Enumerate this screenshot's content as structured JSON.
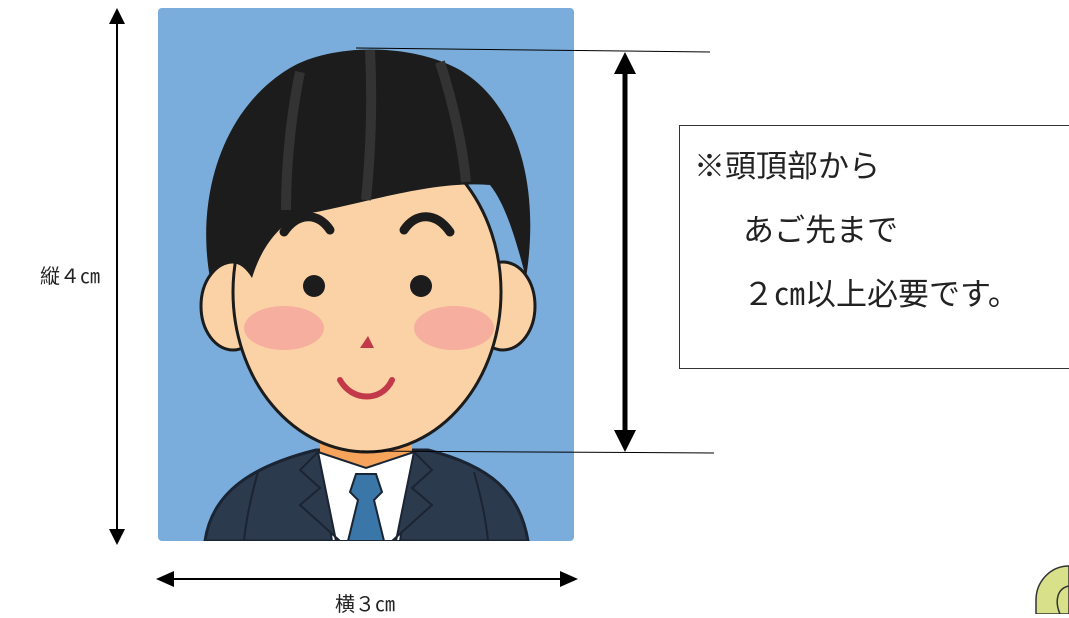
{
  "labels": {
    "vertical_size": "縦４㎝",
    "horizontal_size": "横３㎝"
  },
  "note": {
    "lines": [
      "※頭頂部から",
      "あご先まで",
      "２㎝以上必要です。"
    ]
  },
  "colors": {
    "photo_background": "#7aaddb",
    "hair": "#1c1c1c",
    "skin": "#fbd2a6",
    "cheek": "#f4a29b",
    "suit": "#2c3a4d",
    "shirt": "#ffffff",
    "tie": "#3a76a8",
    "lines": "#000000"
  }
}
